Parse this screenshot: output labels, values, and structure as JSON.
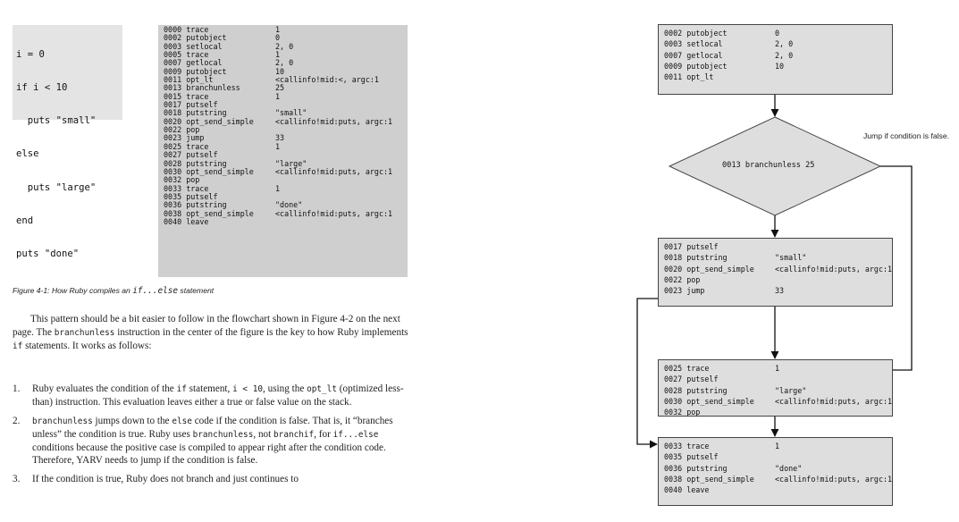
{
  "ruby_source": [
    "i = 0",
    "if i < 10",
    "  puts \"small\"",
    "else",
    "  puts \"large\"",
    "end",
    "puts \"done\""
  ],
  "listing": [
    {
      "ins": "0000 trace",
      "arg": "1"
    },
    {
      "ins": "0002 putobject",
      "arg": "0"
    },
    {
      "ins": "0003 setlocal",
      "arg": "2, 0"
    },
    {
      "ins": "0005 trace",
      "arg": "1"
    },
    {
      "ins": "0007 getlocal",
      "arg": "2, 0"
    },
    {
      "ins": "0009 putobject",
      "arg": "10"
    },
    {
      "ins": "0011 opt_lt",
      "arg": "<callinfo!mid:<, argc:1"
    },
    {
      "ins": "0013 branchunless",
      "arg": "25"
    },
    {
      "ins": "0015 trace",
      "arg": "1"
    },
    {
      "ins": "0017 putself",
      "arg": ""
    },
    {
      "ins": "0018 putstring",
      "arg": "\"small\""
    },
    {
      "ins": "0020 opt_send_simple",
      "arg": "<callinfo!mid:puts, argc:1"
    },
    {
      "ins": "0022 pop",
      "arg": ""
    },
    {
      "ins": "0023 jump",
      "arg": "33"
    },
    {
      "ins": "0025 trace",
      "arg": "1"
    },
    {
      "ins": "0027 putself",
      "arg": ""
    },
    {
      "ins": "0028 putstring",
      "arg": "\"large\""
    },
    {
      "ins": "0030 opt_send_simple",
      "arg": "<callinfo!mid:puts, argc:1"
    },
    {
      "ins": "0032 pop",
      "arg": ""
    },
    {
      "ins": "0033 trace",
      "arg": "1"
    },
    {
      "ins": "0035 putself",
      "arg": ""
    },
    {
      "ins": "0036 putstring",
      "arg": "\"done\""
    },
    {
      "ins": "0038 opt_send_simple",
      "arg": "<callinfo!mid:puts, argc:1"
    },
    {
      "ins": "0040 leave",
      "arg": ""
    }
  ],
  "caption": {
    "prefix": "Figure 4-1: How Ruby compiles an ",
    "code": "if...else",
    "suffix": " statement"
  },
  "paragraph": {
    "t1": "This pattern should be a bit easier to follow in the flowchart shown in Figure 4-2 on the next page. The ",
    "c1": "branchunless",
    "t2": " instruction in the center of the figure is the key to how Ruby implements ",
    "c2": "if",
    "t3": " statements. It works as follows:"
  },
  "steps": [
    {
      "num": "1.",
      "t1": "Ruby evaluates the condition of the ",
      "c1": "if",
      "t2": " statement, ",
      "c2": "i < 10",
      "t3": ", using the ",
      "c3": "opt_lt",
      "t4": " (optimized less-than) instruction. This evaluation leaves either a true or false value on the stack."
    },
    {
      "num": "2.",
      "c1": "branchunless",
      "t1": " jumps down to the ",
      "c2": "else",
      "t2": " code if the condition is false. That is, it “branches unless” the condition is true. Ruby uses ",
      "c3": "branchunless",
      "t3": ", not ",
      "c4": "branchif",
      "t4": ", for ",
      "c5": "if...else",
      "t5": " conditions because the positive case is compiled to appear right after the condition code. Therefore, YARV needs to jump if the condition is false."
    },
    {
      "num": "3.",
      "t1": "If the condition is true, Ruby does not branch and just continues to"
    }
  ],
  "flowchart": {
    "block1": [
      {
        "ins": "0002 putobject",
        "arg": "0"
      },
      {
        "ins": "0003 setlocal",
        "arg": "2, 0"
      },
      {
        "ins": "0007 getlocal",
        "arg": "2, 0"
      },
      {
        "ins": "0009 putobject",
        "arg": "10"
      },
      {
        "ins": "0011 opt_lt",
        "arg": ""
      }
    ],
    "decision": "0013 branchunless 25",
    "jump_note": "Jump if condition is false.",
    "block2": [
      {
        "ins": "0017 putself",
        "arg": ""
      },
      {
        "ins": "0018 putstring",
        "arg": "\"small\""
      },
      {
        "ins": "0020 opt_send_simple",
        "arg": "<callinfo!mid:puts, argc:1"
      },
      {
        "ins": "0022 pop",
        "arg": ""
      },
      {
        "ins": "0023 jump",
        "arg": "33"
      }
    ],
    "block3": [
      {
        "ins": "0025 trace",
        "arg": "1"
      },
      {
        "ins": "0027 putself",
        "arg": ""
      },
      {
        "ins": "0028 putstring",
        "arg": "\"large\""
      },
      {
        "ins": "0030 opt_send_simple",
        "arg": "<callinfo!mid:puts, argc:1"
      },
      {
        "ins": "0032 pop",
        "arg": ""
      }
    ],
    "block4": [
      {
        "ins": "0033 trace",
        "arg": "1"
      },
      {
        "ins": "0035 putself",
        "arg": ""
      },
      {
        "ins": "0036 putstring",
        "arg": "\"done\""
      },
      {
        "ins": "0038 opt_send_simple",
        "arg": "<callinfo!mid:puts, argc:1"
      },
      {
        "ins": "0040 leave",
        "arg": ""
      }
    ]
  }
}
